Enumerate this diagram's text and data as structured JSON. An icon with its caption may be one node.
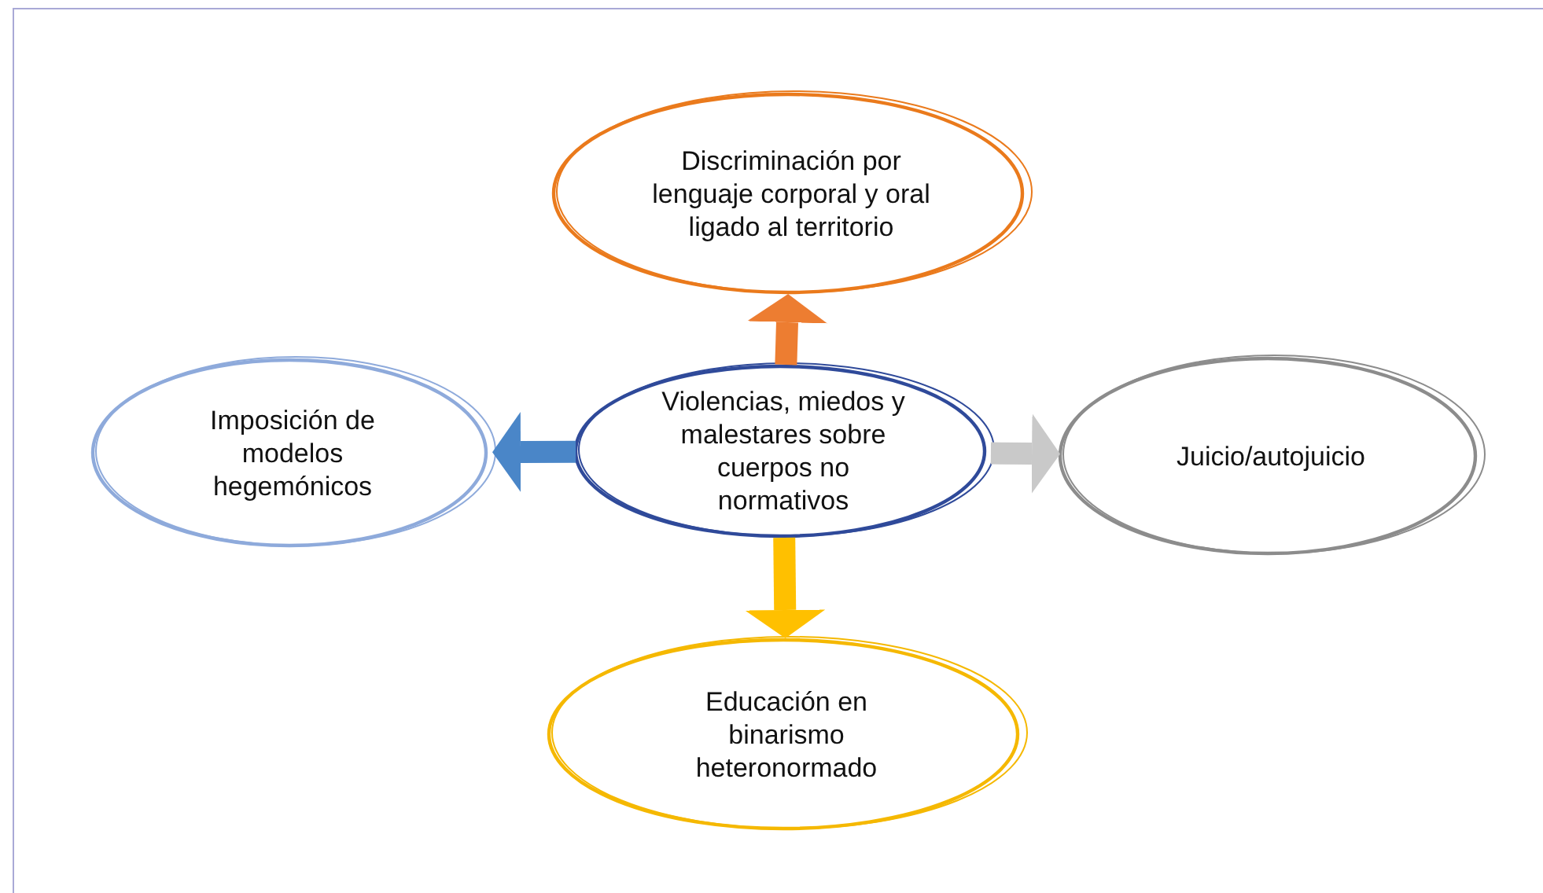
{
  "diagram": {
    "nodes": [
      {
        "text": [
          "Discriminación por lenguaje corporal y oral ligado al territorio"
        ]
      },
      {
        "text": [
          "Imposición de modelos hegemónicos"
        ]
      },
      {
        "text": [
          "Violencias, miedos y malestares sobre cuerpos no normativos"
        ]
      },
      {
        "text": [
          "Juicio/autojuicio"
        ]
      },
      {
        "text": [
          "Educación en binarismo heteronormado"
        ]
      }
    ],
    "edges": [
      {
        "from": 2,
        "to": 0,
        "arrow": "to",
        "color": "#ed7d31"
      },
      {
        "from": 2,
        "to": 1,
        "arrow": "to",
        "color": "#4a86c8"
      },
      {
        "from": 2,
        "to": 3,
        "arrow": "to",
        "color": "#c9c9c9"
      },
      {
        "from": 2,
        "to": 4,
        "arrow": "to",
        "color": "#ffc000"
      }
    ]
  }
}
